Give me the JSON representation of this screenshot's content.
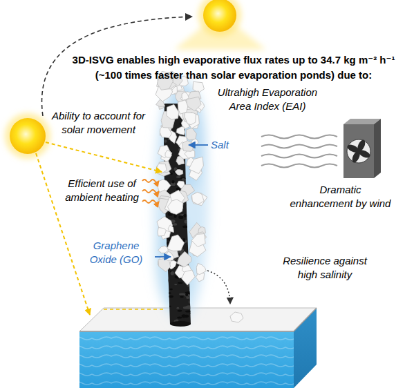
{
  "diagram": {
    "title": "3D-ISVG enables high evaporative flux rates up to 34.7 kg m⁻² h⁻¹ (~100 times faster than solar evaporation ponds) due to:",
    "labels": [
      "Ultrahigh Evaporation Area Index (EAI)",
      "Ability to account for solar movement",
      "Salt",
      "Efficient use of ambient heating",
      "Dramatic enhancement by wind",
      "Graphene Oxide (GO)",
      "Resilience against high salinity"
    ]
  }
}
